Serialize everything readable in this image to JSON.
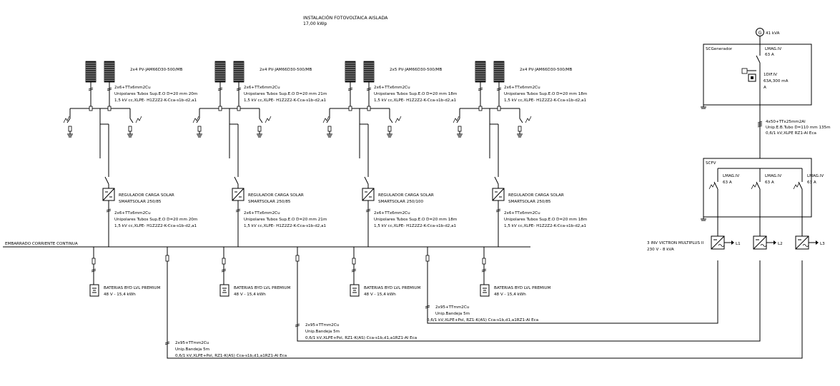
{
  "title": {
    "line1": "INSTALACIÓN FOTOVOLTAICA AISLADA",
    "line2": "17,00 kWp"
  },
  "busbar": {
    "label": "EMBARRADO CORRIENTE CONTINUA"
  },
  "strings": [
    {
      "panel": "2x4 PV-JAM66D30-500/MB",
      "cable": [
        "2x6+TTx6mm2Cu",
        "Unipolares Tubos Sup.E.O D=20 mm 20m",
        "1,5 kV cc,XLPE- H1Z2Z2-K-Cca-s1b-d2,a1"
      ],
      "regulator": [
        "REGULADOR CARGA SOLAR",
        "SMARTSOLAR 250/85"
      ],
      "reg_cable": [
        "2x6+TTx6mm2Cu",
        "Unipolares Tubos Sup.E.O D=20 mm 20m",
        "1,5 kV cc,XLPE- H1Z2Z2-K-Cca-s1b-d2,a1"
      ]
    },
    {
      "panel": "2x4 PV-JAM66D30-500/MB",
      "cable": [
        "2x6+TTx6mm2Cu",
        "Unipolares Tubos Sup.E.O D=20 mm 21m",
        "1,5 kV cc,XLPE- H1Z2Z2-K-Cca-s1b-d2,a1"
      ],
      "regulator": [
        "REGULADOR CARGA SOLAR",
        "SMARTSOLAR 250/85"
      ],
      "reg_cable": [
        "2x6+TTx6mm2Cu",
        "Unipolares Tubos Sup.E.O D=20 mm 21m",
        "1,5 kV cc,XLPE- H1Z2Z2-K-Cca-s1b-d2,a1"
      ]
    },
    {
      "panel": "2x5 PV-JAM66D30-500/MB",
      "cable": [
        "2x6+TTx6mm2Cu",
        "Unipolares Tubos Sup.E.O D=20 mm 18m",
        "1,5 kV cc,XLPE- H1Z2Z2-K-Cca-s1b-d2,a1"
      ],
      "regulator": [
        "REGULADOR CARGA SOLAR",
        "SMARTSOLAR 250/100"
      ],
      "reg_cable": [
        "2x6+TTx6mm2Cu",
        "Unipolares Tubos Sup.E.O D=20 mm 18m",
        "1,5 kV cc,XLPE- H1Z2Z2-K-Cca-s1b-d2,a1"
      ]
    },
    {
      "panel": "2x4 PV-JAM66D30-500/MB",
      "cable": [
        "2x6+TTx6mm2Cu",
        "Unipolares Tubos Sup.E.O D=20 mm 18m",
        "1,5 kV cc,XLPE- H1Z2Z2-K-Cca-s1b-d2,a1"
      ],
      "regulator": [
        "REGULADOR CARGA SOLAR",
        "SMARTSOLAR 250/85"
      ],
      "reg_cable": [
        "2x6+TTx6mm2Cu",
        "Unipolares Tubos Sup.E.O D=20 mm 18m",
        "1,5 kV cc,XLPE- H1Z2Z2-K-Cca-s1b-d2,a1"
      ]
    }
  ],
  "batteries": [
    {
      "line1": "BATERIAS BYD LVL PREMIUM",
      "line2": "48 V - 15,4 kWh"
    },
    {
      "line1": "BATERIAS BYD LVL PREMIUM",
      "line2": "48 V - 15,4 kWh"
    },
    {
      "line1": "BATERIAS BYD LVL PREMIUM",
      "line2": "48 V - 15,4 kWh"
    },
    {
      "line1": "BATERIAS BYD LVL PREMIUM",
      "line2": "48 V - 15,4 kWh"
    }
  ],
  "feeders": [
    {
      "lines": [
        "2x95+TTmm2Cu",
        "Unip.Bandeja 5m",
        "0,6/1 kV,XLPE+Pol, RZ1-K(AS) Cca-s1b,d1,a1RZ1-Al Eca"
      ]
    },
    {
      "lines": [
        "2x95+TTmm2Cu",
        "Unip.Bandeja 5m",
        "0,6/1 kV,XLPE+Pol, RZ1-K(AS) Cca-s1b,d1,a1RZ1-Al Eca"
      ]
    },
    {
      "lines": [
        "2x95+TTmm2Cu",
        "Unip.Bandeja 5m",
        "0,6/1 kV,XLPE+Pol, RZ1-K(AS) Cca-s1b,d1,a1RZ1-Al Eca"
      ]
    }
  ],
  "generator": {
    "rating": "41 kVA",
    "symbol": "G",
    "panel_label": "SCGenerador",
    "breaker": [
      "LMAG.IV",
      "63 A"
    ],
    "differential": [
      "1DIF.IV",
      "63A,300 mA",
      "A"
    ],
    "cable": [
      "4x50+TTx25mm2Al",
      "Unip.E.B.Tubo D=110 mm 135m",
      "0,6/1 kV,XLPE RZ1-Al Eca"
    ]
  },
  "scfv": {
    "panel_label": "SCFV",
    "breakers": [
      {
        "label": "LMAG.IV",
        "rating": "63 A"
      },
      {
        "label": "LMAG.IV",
        "rating": "63 A"
      },
      {
        "label": "LMAG.IV",
        "rating": "63 A"
      }
    ]
  },
  "inverters": {
    "label1": "3 INV VICTRON MULTIPLUS II",
    "label2": "230 V - 8 kVA",
    "phases": [
      "L1",
      "L2",
      "L3"
    ]
  }
}
